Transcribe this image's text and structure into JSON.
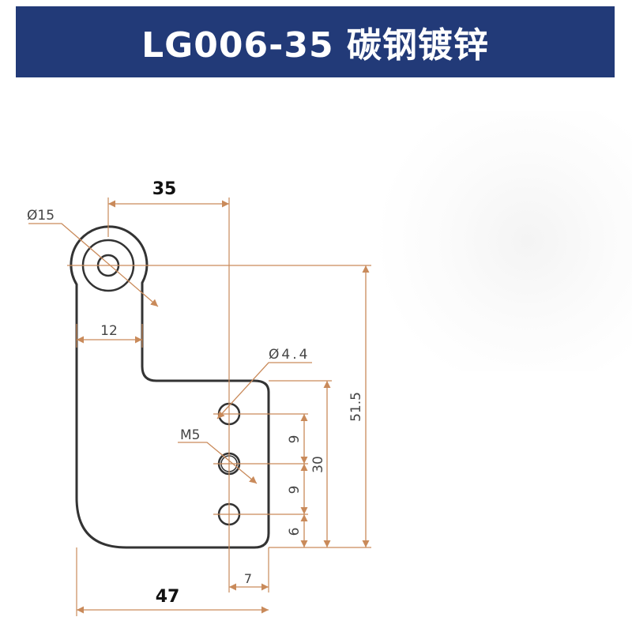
{
  "header": {
    "title": "LG006-35 碳钢镀锌"
  },
  "colors": {
    "header_bg": "#223a78",
    "dim_line": "#c98a5a",
    "outline": "#333333"
  },
  "dimensions": {
    "top_width": "35",
    "circle_dia": "Ø15",
    "arm_width": "12",
    "hole_dia": "Ø4.4",
    "thread": "M5",
    "height_total": "51.5",
    "hole_span": "30",
    "spacing_1": "9",
    "spacing_2": "9",
    "edge_bottom": "6",
    "edge_right": "7",
    "bottom_width": "47"
  }
}
